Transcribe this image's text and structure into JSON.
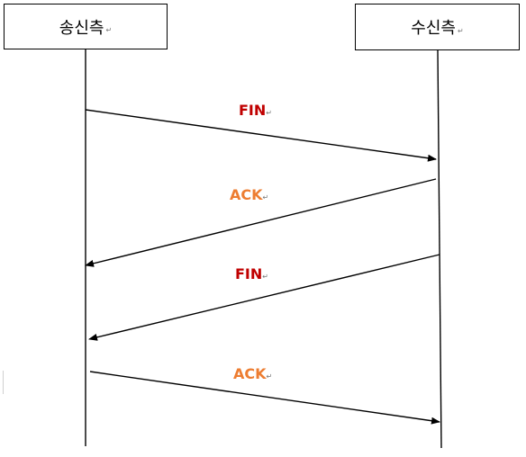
{
  "participants": {
    "sender": {
      "label": "송신측"
    },
    "receiver": {
      "label": "수신측"
    }
  },
  "paragraph_mark": "↵",
  "messages": [
    {
      "label": "FIN",
      "from": "sender",
      "to": "receiver",
      "color": "#c00000"
    },
    {
      "label": "ACK",
      "from": "receiver",
      "to": "sender",
      "color": "#ed7d31"
    },
    {
      "label": "FIN",
      "from": "receiver",
      "to": "sender",
      "color": "#c00000"
    },
    {
      "label": "ACK",
      "from": "sender",
      "to": "receiver",
      "color": "#ed7d31"
    }
  ]
}
